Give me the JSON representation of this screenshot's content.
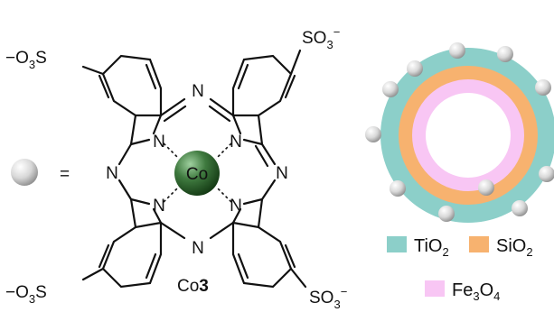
{
  "colors": {
    "tio2": "#8ccfc9",
    "sio2": "#f7b26f",
    "fe3o4": "#f8c6f4",
    "cobalt": "#2f5f2f",
    "sphere": "#d9d9d9"
  },
  "molecule": {
    "metal_label": "Co",
    "compound_prefix": "Co",
    "compound_number": "3",
    "nitrogen_label": "N",
    "sulfonate": {
      "so3_right": "SO",
      "so3_left_prefix": "−O",
      "so3_left_suffix": "S",
      "sub3": "3",
      "charge": "−"
    }
  },
  "equation": {
    "equals": "="
  },
  "legend": {
    "tio2": {
      "main": "TiO",
      "sub": "2"
    },
    "sio2": {
      "main": "SiO",
      "sub": "2"
    },
    "fe3o4": {
      "a": "Fe",
      "sub1": "3",
      "b": "O",
      "sub2": "4"
    }
  }
}
